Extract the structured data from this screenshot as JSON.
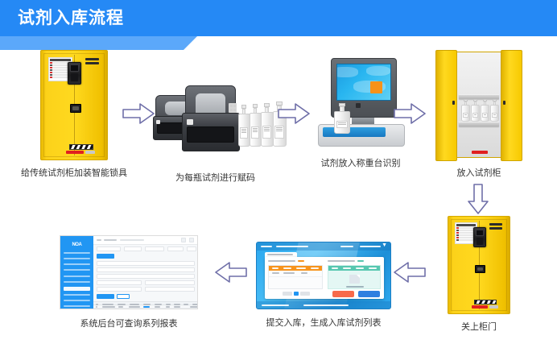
{
  "header": {
    "title": "试剂入库流程",
    "bar_color": "#2589f5",
    "strip_color": "#5ba8fa"
  },
  "flow": {
    "arrow_color": "#6f6fa8",
    "steps": [
      {
        "id": "step-1",
        "caption": "给传统试剂柜加装智能锁具",
        "visual": "yellow-reagent-cabinet-closed-with-smart-lock"
      },
      {
        "id": "step-2",
        "caption": "为每瓶试剂进行赋码",
        "visual": "label-printers-and-reagent-bottles"
      },
      {
        "id": "step-3",
        "caption": "试剂放入称重台识别",
        "visual": "weighing-station-terminal-with-bottle"
      },
      {
        "id": "step-4",
        "caption": "放入试剂柜",
        "visual": "yellow-reagent-cabinet-open-with-bottles"
      },
      {
        "id": "step-5",
        "caption": "关上柜门",
        "visual": "yellow-reagent-cabinet-closed"
      },
      {
        "id": "step-6",
        "caption": "提交入库，生成入库试剂列表",
        "visual": "kiosk-checkin-screen"
      },
      {
        "id": "step-7",
        "caption": "系统后台可查询系列报表",
        "visual": "backend-dashboard-report-screen"
      }
    ],
    "arrows": [
      {
        "id": "arrow-1",
        "direction": "right"
      },
      {
        "id": "arrow-2",
        "direction": "right"
      },
      {
        "id": "arrow-3",
        "direction": "right"
      },
      {
        "id": "arrow-4",
        "direction": "down"
      },
      {
        "id": "arrow-5",
        "direction": "left"
      },
      {
        "id": "arrow-6",
        "direction": "left"
      }
    ]
  },
  "dashboard": {
    "logo_text": "NOA",
    "sidebar_color": "#2196f3",
    "accent_color": "#2196f3"
  },
  "kiosk": {
    "left_header_color": "#f7941d",
    "right_header_color": "#57c7b0",
    "primary_button_color": "#2f7fe0",
    "secondary_button_color": "#f7694a"
  }
}
